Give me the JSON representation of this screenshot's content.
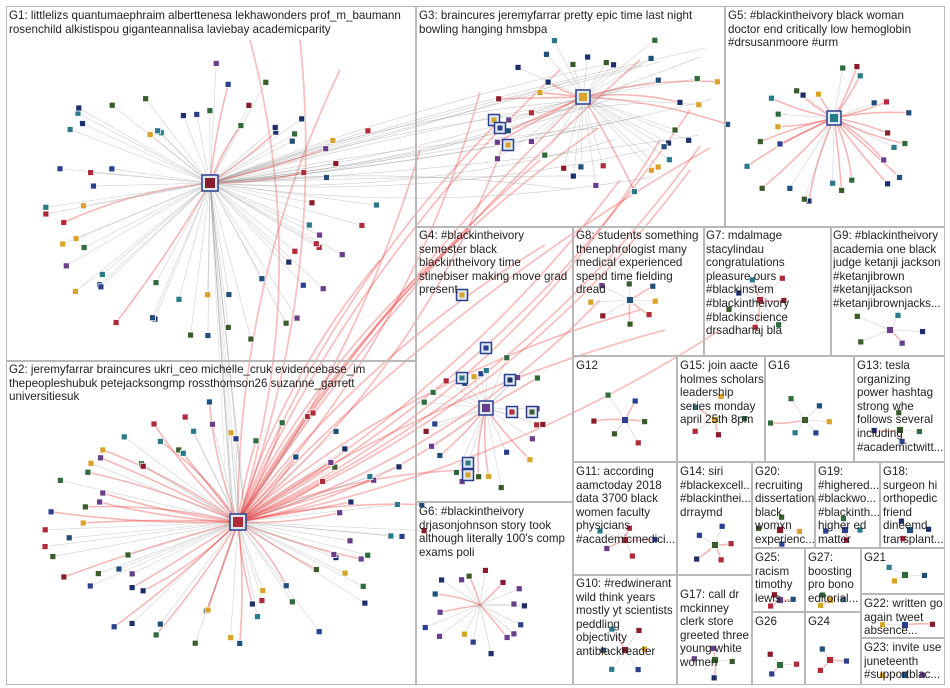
{
  "groups": [
    {
      "id": "G1",
      "label": "G1: littlelizs quantumaephraim alberttenesa lekhawonders prof_m_baumann\nrosenchild alkistispou giganteannalisa laviebay academicparity"
    },
    {
      "id": "G2",
      "label": "G2: jeremyfarrar braincures ukri_ceo michelle_cruk evidencebase_im\nthepeopleshubuk petejacksongmp rossthomson26 suzanne_garrett\nuniversitiesuk"
    },
    {
      "id": "G3",
      "label": "G3: braincures jeremyfarrar pretty epic time last night\nbowling hanging hmsbpa"
    },
    {
      "id": "G4",
      "label": "G4: #blackintheivory\nsemester black\nblackintheivory time\nstinebiser making move grad\npresent"
    },
    {
      "id": "G5",
      "label": "G5: #blackintheivory black woman\ndoctor end critically low hemoglobin\n#drsusanmoore #urm"
    },
    {
      "id": "G6",
      "label": "G6: #blackintheivory\ndrjasonjohnson story took\nalthough literally 100's comp\nexams poli"
    },
    {
      "id": "G7",
      "label": "G7: mdalmage\nstacylindau\ncongratulations\npleasure ours\n#blackinstem\n#blackintheivory\n#blackinscience\ndrsadhanaj bla"
    },
    {
      "id": "G8",
      "label": "G8: students something\nthenephrologist many\nmedical experienced\nspend time fielding\ndread"
    },
    {
      "id": "G9",
      "label": "G9: #blackintheivory\nacademia one black\njudge ketanji jackson\n#ketanjibrown\n#ketanjijackson\n#ketanjibrownjacks..."
    },
    {
      "id": "G10",
      "label": "G10: #redwinerant\nwild think years\nmostly yt scientists\npeddling\nobjectivity\nantiblackreader"
    },
    {
      "id": "G11",
      "label": "G11: according\naamctoday 2018\ndata 3700 black\nwomen faculty\nphysicians\n#academicmedici..."
    },
    {
      "id": "G12",
      "label": "G12"
    },
    {
      "id": "G13",
      "label": "G13: tesla\norganizing\npower hashtag\nstrong whe\nfollows several\nincluding\n#academictwitt..."
    },
    {
      "id": "G14",
      "label": "G14: siri\n#blackexcell...\n#blackinthei...\ndrraymd"
    },
    {
      "id": "G15",
      "label": "G15: join aacte\nholmes scholars\nleadership\nseries monday\napril 25th 8pm"
    },
    {
      "id": "G16",
      "label": "G16"
    },
    {
      "id": "G17",
      "label": "G17: call dr\nmckinney\nclerk store\ngreeted three\nyoung white\nwomen"
    },
    {
      "id": "G18",
      "label": "G18:\nsurgeon hi\northopedic\nfriend\ndineemd\ntransplant..."
    },
    {
      "id": "G19",
      "label": "G19:\n#highered...\n#blackwo...\n#blackinth...\nhigher ed\nmatter"
    },
    {
      "id": "G20",
      "label": "G20:\nrecruiting\ndissertation\nblack\nwomxn\nexperienc..."
    },
    {
      "id": "G21",
      "label": "G21"
    },
    {
      "id": "G22",
      "label": "G22: written go\nagain tweet\nabsence..."
    },
    {
      "id": "G23",
      "label": "G23: invite use\njuneteenth\n#supportblac..."
    },
    {
      "id": "G24",
      "label": "G24"
    },
    {
      "id": "G25",
      "label": "G25:\nracism\ntimothy\nlewis..."
    },
    {
      "id": "G26",
      "label": "G26"
    },
    {
      "id": "G27",
      "label": "G27:\nboosting\npro bono\neditorial..."
    }
  ],
  "colors": {
    "border": "#b8b8b8",
    "edge_red": "#e83030",
    "edge_gray": "#9a9a9a",
    "node_palette": [
      "#1d2f6b",
      "#2b3f8f",
      "#3a5b2a",
      "#8a1c2c",
      "#2f6b3c",
      "#6a3d8a",
      "#1f4f7a",
      "#b02a3a",
      "#d9a32a",
      "#2a7a8a"
    ]
  }
}
